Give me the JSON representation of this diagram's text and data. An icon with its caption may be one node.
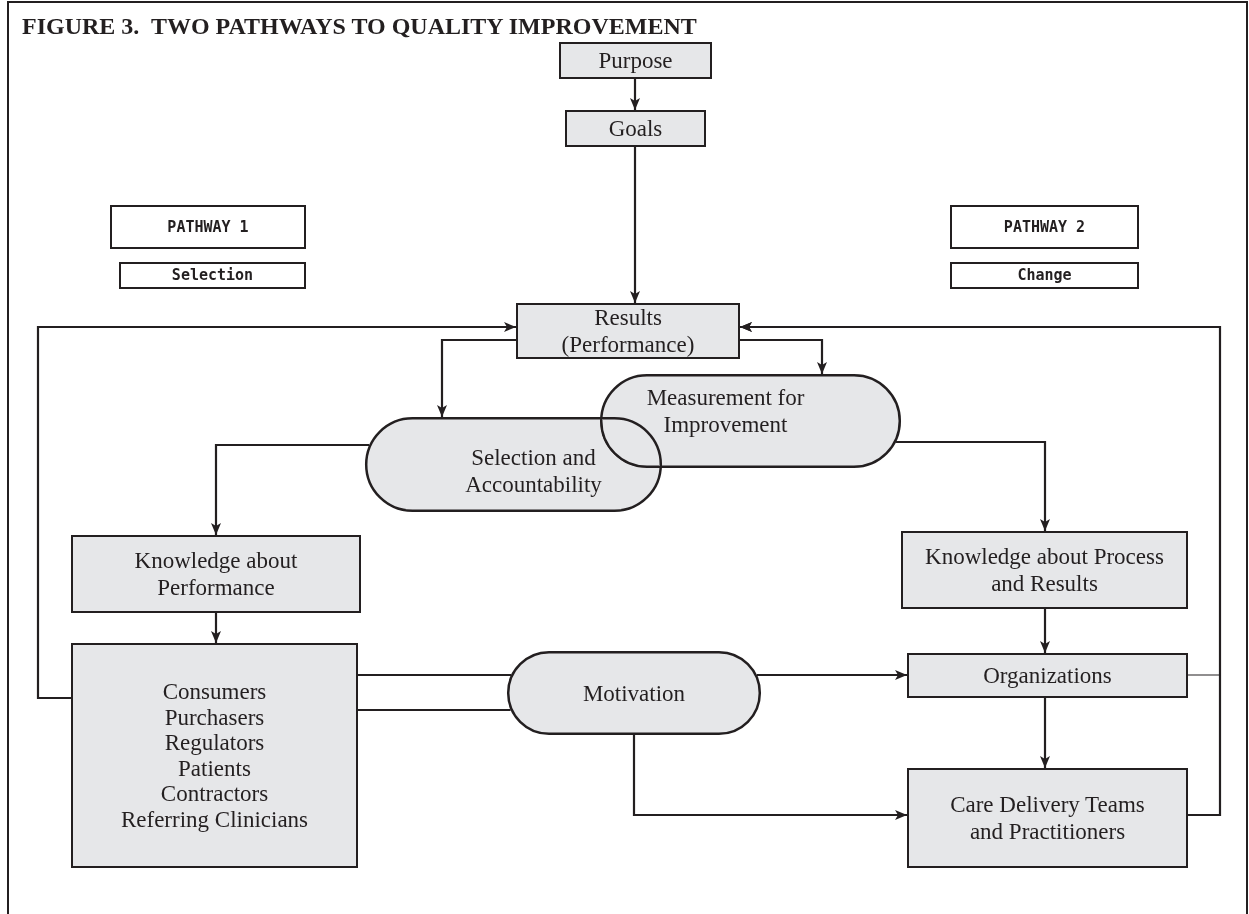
{
  "diagram": {
    "title": "FIGURE 3.  TWO PATHWAYS TO QUALITY IMPROVEMENT",
    "nodes": [
      {
        "text": [
          "Purpose"
        ]
      },
      {
        "text": [
          "Goals"
        ]
      },
      {
        "text": [
          "PATHWAY 1"
        ]
      },
      {
        "text": [
          "Selection"
        ]
      },
      {
        "text": [
          "PATHWAY 2"
        ]
      },
      {
        "text": [
          "Change"
        ]
      },
      {
        "text": [
          "Results (Performance)"
        ]
      },
      {
        "text": [
          "Measurement for Improvement"
        ]
      },
      {
        "text": [
          "Selection and Accountability"
        ]
      },
      {
        "text": [
          "Knowledge about Performance"
        ]
      },
      {
        "text": [
          "Knowledge about Process and Results"
        ]
      },
      {
        "text": [
          "Consumers",
          "Purchasers",
          "Regulators",
          "Patients",
          "Contractors",
          "Referring Clinicians"
        ]
      },
      {
        "text": [
          "Motivation"
        ]
      },
      {
        "text": [
          "Organizations"
        ]
      },
      {
        "text": [
          "Care Delivery Teams and Practitioners"
        ]
      }
    ],
    "edges": [
      {
        "from": 0,
        "to": 1,
        "arrow": "to"
      },
      {
        "from": 1,
        "to": 6,
        "arrow": "to"
      },
      {
        "from": 6,
        "to": 8,
        "arrow": "to"
      },
      {
        "from": 6,
        "to": 7,
        "arrow": "to"
      },
      {
        "from": 8,
        "to": 9,
        "arrow": "to"
      },
      {
        "from": 7,
        "to": 10,
        "arrow": "to"
      },
      {
        "from": 9,
        "to": 11,
        "arrow": "to"
      },
      {
        "from": 10,
        "to": 13,
        "arrow": "to"
      },
      {
        "from": 11,
        "to": 6,
        "arrow": "to"
      },
      {
        "from": 13,
        "to": 14,
        "arrow": "to"
      },
      {
        "from": 14,
        "to": 6,
        "arrow": "to"
      },
      {
        "from": 13,
        "to": 6,
        "arrow": "to"
      },
      {
        "from": 11,
        "to": 12,
        "arrow": "none"
      },
      {
        "from": 11,
        "to": 12,
        "arrow": "none"
      },
      {
        "from": 12,
        "to": 13,
        "arrow": "to"
      },
      {
        "from": 12,
        "to": 14,
        "arrow": "to"
      }
    ]
  }
}
